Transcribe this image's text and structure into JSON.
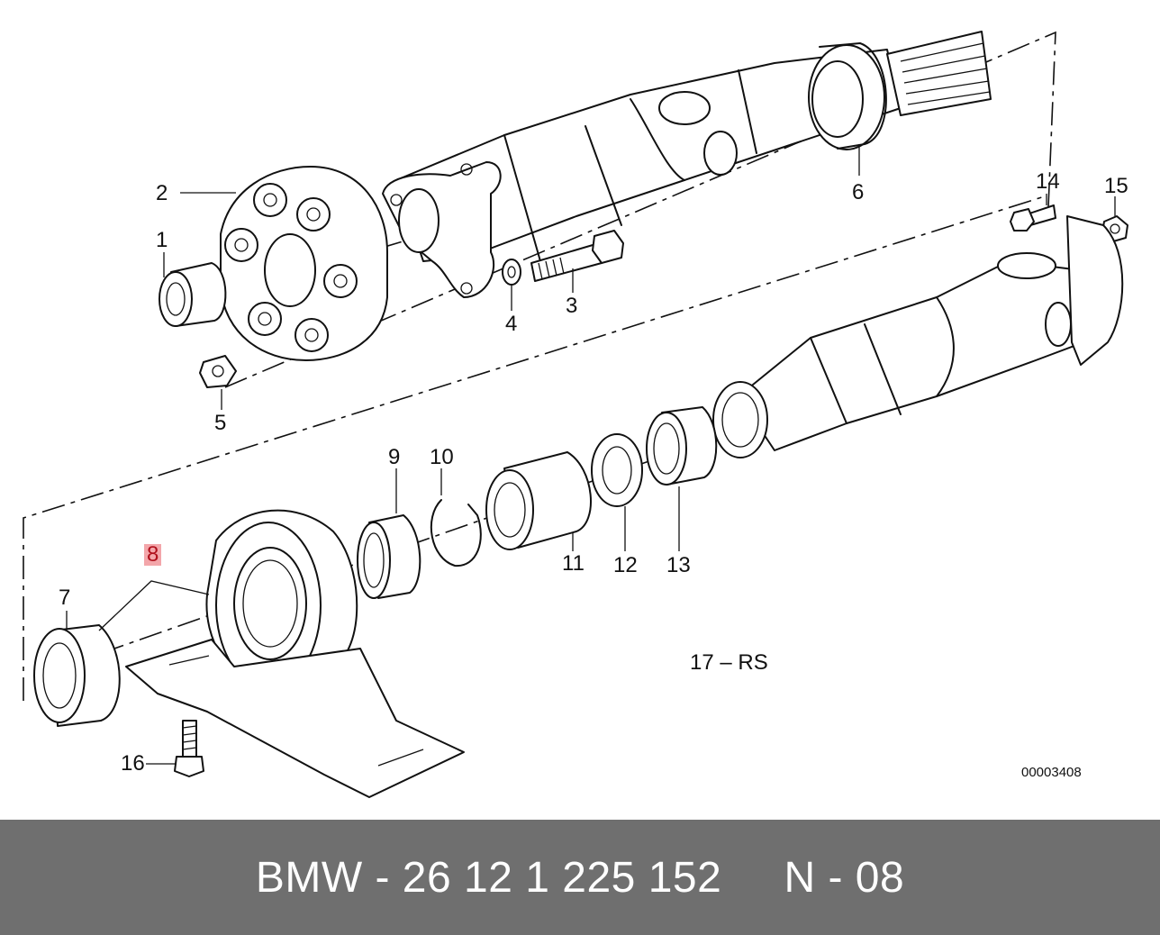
{
  "diagram": {
    "callouts": [
      {
        "id": "1",
        "text": "1",
        "highlight": false
      },
      {
        "id": "2",
        "text": "2",
        "highlight": false
      },
      {
        "id": "3",
        "text": "3",
        "highlight": false
      },
      {
        "id": "4",
        "text": "4",
        "highlight": false
      },
      {
        "id": "5",
        "text": "5",
        "highlight": false
      },
      {
        "id": "6",
        "text": "6",
        "highlight": false
      },
      {
        "id": "7",
        "text": "7",
        "highlight": false
      },
      {
        "id": "8",
        "text": "8",
        "highlight": true
      },
      {
        "id": "9",
        "text": "9",
        "highlight": false
      },
      {
        "id": "10",
        "text": "10",
        "highlight": false
      },
      {
        "id": "11",
        "text": "11",
        "highlight": false
      },
      {
        "id": "12",
        "text": "12",
        "highlight": false
      },
      {
        "id": "13",
        "text": "13",
        "highlight": false
      },
      {
        "id": "14",
        "text": "14",
        "highlight": false
      },
      {
        "id": "15",
        "text": "15",
        "highlight": false
      },
      {
        "id": "16",
        "text": "16",
        "highlight": false
      }
    ],
    "note": "17 – RS",
    "drawing_number": "00003408",
    "highlight_color": "#f3a6aa",
    "highlight_text_color": "#b0101c"
  },
  "footer": {
    "text": "BMW - 26 12 1 225 152     N - 08",
    "background": "#6f6f6f",
    "color": "#ffffff"
  }
}
